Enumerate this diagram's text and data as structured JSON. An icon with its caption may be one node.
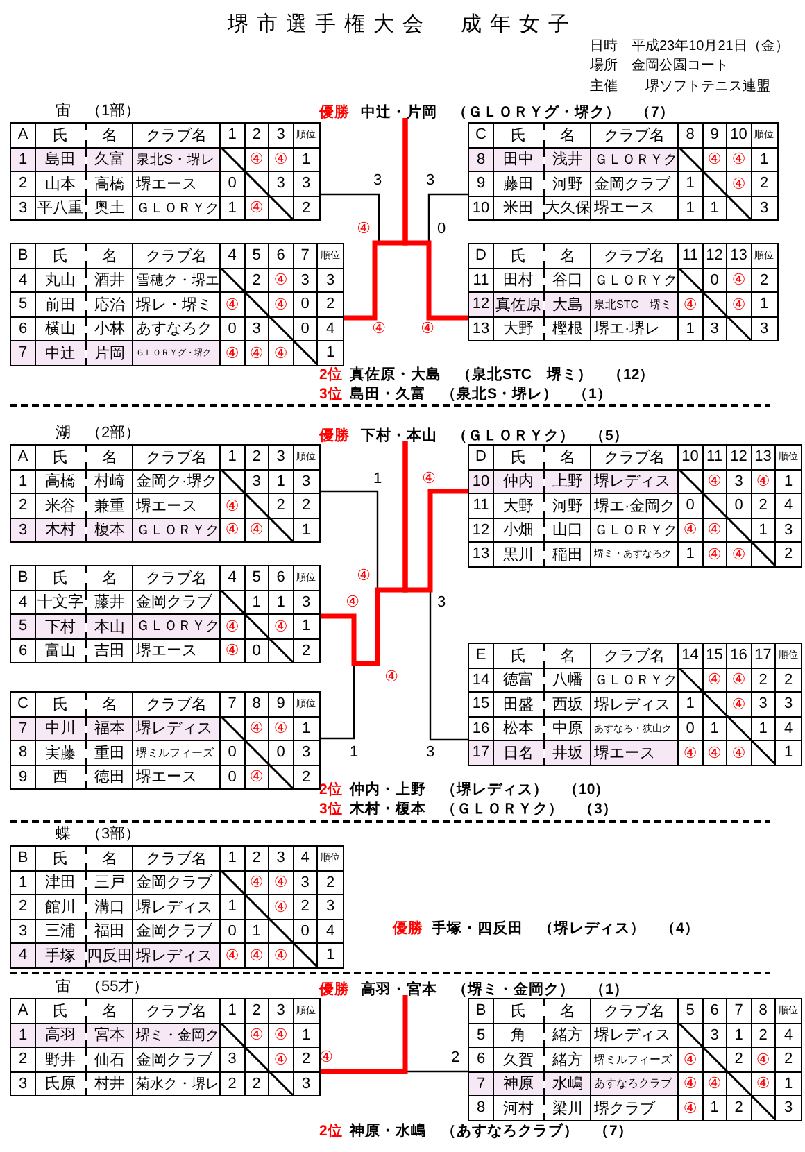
{
  "diagram": {
    "title": "堺市選手権大会　成年女子",
    "nodes": [
      {
        "text": [
          "優勝",
          "中辻・片岡　（ＧＬＯＲＹグ・堺ク）　（7）"
        ]
      },
      {
        "text": [
          "A",
          "氏",
          "名",
          "クラブ名",
          "1",
          "2",
          "3",
          "順位",
          "1",
          "島田",
          "久富",
          "泉北S・堺レ",
          "④",
          "④",
          "1",
          "2",
          "山本",
          "高橋",
          "堺エース",
          "0",
          "3",
          "3",
          "3",
          "平八重",
          "奥土",
          "ＧＬＯＲＹク",
          "1",
          "④",
          "2"
        ],
        "beside": [
          "宙　（1部）"
        ]
      },
      {
        "text": [
          "B",
          "氏",
          "名",
          "クラブ名",
          "4",
          "5",
          "6",
          "7",
          "順位",
          "4",
          "丸山",
          "酒井",
          "雪穂ク・堺エ",
          "2",
          "④",
          "3",
          "3",
          "5",
          "前田",
          "応治",
          "堺レ・堺ミ",
          "④",
          "④",
          "0",
          "2",
          "6",
          "横山",
          "小林",
          "あすなろク",
          "0",
          "3",
          "0",
          "4",
          "7",
          "中辻",
          "片岡",
          "ＧＬＯＲＹグ・堺ク",
          "④",
          "④",
          "④",
          "1"
        ]
      },
      {
        "text": [
          "C",
          "氏",
          "名",
          "クラブ名",
          "8",
          "9",
          "10",
          "順位",
          "8",
          "田中",
          "浅井",
          "ＧＬＯＲＹク",
          "④",
          "④",
          "1",
          "9",
          "藤田",
          "河野",
          "金岡クラブ",
          "1",
          "④",
          "2",
          "10",
          "米田",
          "大久保",
          "堺エース",
          "1",
          "1",
          "3"
        ]
      },
      {
        "text": [
          "D",
          "氏",
          "名",
          "クラブ名",
          "11",
          "12",
          "13",
          "順位",
          "11",
          "田村",
          "谷口",
          "ＧＬＯＲＹク",
          "0",
          "④",
          "2",
          "12",
          "真佐原",
          "大島",
          "泉北STC　堺ミ",
          "④",
          "④",
          "1",
          "13",
          "大野",
          "樫根",
          "堺エ·堺レ",
          "1",
          "3",
          "3"
        ]
      },
      {
        "text": [
          "優勝",
          "下村・本山　（ＧＬＯＲＹク）　（5）"
        ]
      },
      {
        "text": [
          "A",
          "氏",
          "名",
          "クラブ名",
          "1",
          "2",
          "3",
          "順位",
          "1",
          "高橋",
          "村崎",
          "金岡ク·堺ク",
          "3",
          "1",
          "3",
          "2",
          "米谷",
          "兼重",
          "堺エース",
          "④",
          "2",
          "2",
          "3",
          "木村",
          "榎本",
          "ＧＬＯＲＹク",
          "④",
          "④",
          "1"
        ],
        "beside": [
          "湖　（2部）"
        ]
      },
      {
        "text": [
          "B",
          "氏",
          "名",
          "クラブ名",
          "4",
          "5",
          "6",
          "順位",
          "4",
          "十文字",
          "藤井",
          "金岡クラブ",
          "1",
          "1",
          "3",
          "5",
          "下村",
          "本山",
          "ＧＬＯＲＹク",
          "④",
          "④",
          "1",
          "6",
          "富山",
          "吉田",
          "堺エース",
          "④",
          "0",
          "2"
        ]
      },
      {
        "text": [
          "C",
          "氏",
          "名",
          "クラブ名",
          "7",
          "8",
          "9",
          "順位",
          "7",
          "中川",
          "福本",
          "堺レディス",
          "④",
          "④",
          "1",
          "8",
          "実藤",
          "重田",
          "堺ミルフィーズ",
          "0",
          "0",
          "3",
          "9",
          "西",
          "徳田",
          "堺エース",
          "0",
          "④",
          "2"
        ]
      },
      {
        "text": [
          "D",
          "氏",
          "名",
          "クラブ名",
          "10",
          "11",
          "12",
          "13",
          "順位",
          "10",
          "仲内",
          "上野",
          "堺レディス",
          "④",
          "3",
          "④",
          "1",
          "11",
          "大野",
          "河野",
          "堺エ·金岡ク",
          "0",
          "0",
          "2",
          "4",
          "12",
          "小畑",
          "山口",
          "ＧＬＯＲＹク",
          "④",
          "④",
          "1",
          "3",
          "13",
          "黒川",
          "稲田",
          "堺ミ・あすなろク",
          "1",
          "④",
          "④",
          "2"
        ]
      },
      {
        "text": [
          "E",
          "氏",
          "名",
          "クラブ名",
          "14",
          "15",
          "16",
          "17",
          "順位",
          "14",
          "徳富",
          "八幡",
          "ＧＬＯＲＹク",
          "④",
          "④",
          "2",
          "2",
          "15",
          "田盛",
          "西坂",
          "堺レディス",
          "1",
          "④",
          "3",
          "3",
          "16",
          "松本",
          "中原",
          "あすなろ・狭山ク",
          "0",
          "1",
          "1",
          "4",
          "17",
          "日名",
          "井坂",
          "堺エース",
          "④",
          "④",
          "④",
          "1"
        ]
      },
      {
        "text": [
          "B",
          "氏",
          "名",
          "クラブ名",
          "1",
          "2",
          "3",
          "4",
          "順位",
          "1",
          "津田",
          "三戸",
          "金岡クラブ",
          "④",
          "④",
          "3",
          "2",
          "2",
          "館川",
          "溝口",
          "堺レディス",
          "1",
          "④",
          "2",
          "3",
          "3",
          "三浦",
          "福田",
          "金岡クラブ",
          "0",
          "1",
          "0",
          "4",
          "4",
          "手塚",
          "四反田",
          "堺レディス",
          "④",
          "④",
          "④",
          "1"
        ],
        "beside": [
          "蝶　（3部）"
        ]
      },
      {
        "text": [
          "優勝",
          "高羽・宮本　（堺ミ・金岡ク）　（1）"
        ]
      },
      {
        "text": [
          "A",
          "氏",
          "名",
          "クラブ名",
          "1",
          "2",
          "3",
          "順位",
          "1",
          "高羽",
          "宮本",
          "堺ミ・金岡ク",
          "④",
          "④",
          "1",
          "2",
          "野井",
          "仙石",
          "金岡クラブ",
          "3",
          "④",
          "2",
          "3",
          "氏原",
          "村井",
          "菊水ク・堺レ",
          "2",
          "2",
          "3"
        ],
        "beside": [
          "宙　（55才）"
        ]
      },
      {
        "text": [
          "B",
          "氏",
          "名",
          "クラブ名",
          "5",
          "6",
          "7",
          "8",
          "順位",
          "5",
          "角",
          "緒方",
          "堺レディス",
          "3",
          "1",
          "2",
          "4",
          "6",
          "久賀",
          "緒方",
          "堺ミルフィーズ",
          "④",
          "2",
          "④",
          "2",
          "7",
          "神原",
          "水嶋",
          "あすなろクラブ",
          "④",
          "④",
          "④",
          "1",
          "8",
          "河村",
          "梁川",
          "堺クラブ",
          "④",
          "1",
          "2",
          "3"
        ]
      }
    ],
    "edges": [
      {
        "from": 1,
        "to": 0,
        "arrow": "none"
      },
      {
        "from": 2,
        "to": 0,
        "arrow": "none",
        "style": "thick",
        "color": "#ff0000"
      },
      {
        "from": 3,
        "to": 0,
        "arrow": "none"
      },
      {
        "from": 4,
        "to": 0,
        "arrow": "none",
        "style": "thick",
        "color": "#ff0000"
      },
      {
        "from": 6,
        "to": 5,
        "arrow": "none"
      },
      {
        "from": 7,
        "to": 5,
        "arrow": "none",
        "style": "thick",
        "color": "#ff0000"
      },
      {
        "from": 8,
        "to": 5,
        "arrow": "none"
      },
      {
        "from": 9,
        "to": 5,
        "arrow": "none",
        "style": "thick",
        "color": "#ff0000"
      },
      {
        "from": 10,
        "to": 5,
        "arrow": "none"
      },
      {
        "from": 13,
        "to": 12,
        "arrow": "none",
        "style": "thick",
        "color": "#ff0000"
      },
      {
        "from": 14,
        "to": 12,
        "arrow": "none"
      }
    ],
    "labels": [
      "日時　平成23年10月21日（金）",
      "場所　金岡公園コート",
      "主催　　堺ソフトテニス連盟",
      "3",
      "3",
      "④",
      "0",
      "④",
      "④",
      "2位",
      "真佐原・大島　（泉北STC　堺ミ）　（12）",
      "3位",
      "島田・久富　（泉北S・堺レ）　（1）",
      "1",
      "④",
      "④",
      "④",
      "3",
      "④",
      "1",
      "3",
      "2位",
      "仲内・上野　（堺レディス）　（10）",
      "3位",
      "木村・榎本　（ＧＬＯＲＹク）　（3）",
      "優勝",
      "手塚・四反田　（堺レディス）　（4）",
      "④",
      "2",
      "2位",
      "神原・水嶋　（あすなろクラブ）　（7）"
    ]
  }
}
